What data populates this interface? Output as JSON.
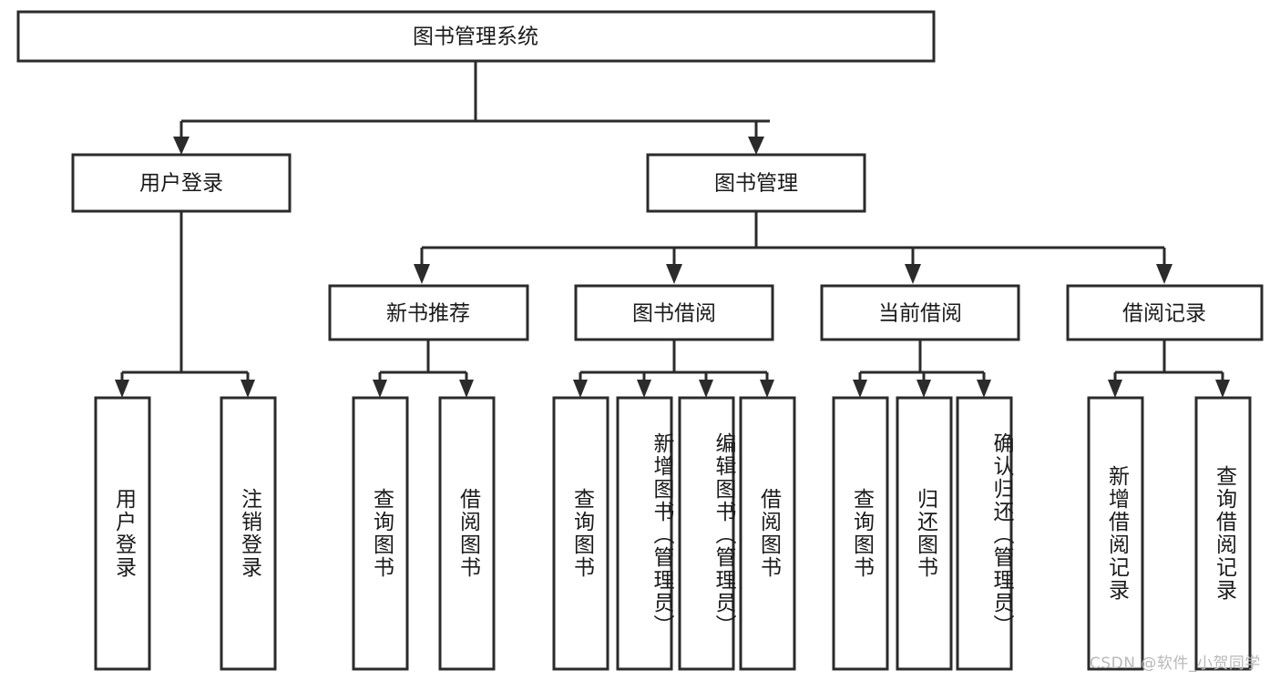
{
  "diagram": {
    "type": "hierarchy-tree",
    "title_node": {
      "label": "图书管理系统"
    },
    "level2": [
      {
        "id": "user-login",
        "label": "用户登录"
      },
      {
        "id": "book-management",
        "label": "图书管理"
      }
    ],
    "level3": [
      {
        "id": "new-book-recommend",
        "label": "新书推荐",
        "parent": "book-management"
      },
      {
        "id": "book-borrow",
        "label": "图书借阅",
        "parent": "book-management"
      },
      {
        "id": "current-borrow",
        "label": "当前借阅",
        "parent": "book-management"
      },
      {
        "id": "borrow-record",
        "label": "借阅记录",
        "parent": "book-management"
      }
    ],
    "leaves": [
      {
        "id": "leaf-user-login",
        "label": "用户登录",
        "parent": "user-login",
        "align": "center"
      },
      {
        "id": "leaf-logout-login",
        "label": "注销登录",
        "parent": "user-login",
        "align": "center"
      },
      {
        "id": "leaf-query-book-1",
        "label": "查询图书",
        "parent": "new-book-recommend",
        "align": "center"
      },
      {
        "id": "leaf-borrow-book-1",
        "label": "借阅图书",
        "parent": "new-book-recommend",
        "align": "center"
      },
      {
        "id": "leaf-query-book-2",
        "label": "查询图书",
        "parent": "book-borrow",
        "align": "center"
      },
      {
        "id": "leaf-add-book",
        "label": "新增图书（管理员）",
        "parent": "book-borrow",
        "align": "top"
      },
      {
        "id": "leaf-edit-book",
        "label": "编辑图书（管理员）",
        "parent": "book-borrow",
        "align": "top"
      },
      {
        "id": "leaf-borrow-book-2",
        "label": "借阅图书",
        "parent": "book-borrow",
        "align": "center"
      },
      {
        "id": "leaf-query-book-3",
        "label": "查询图书",
        "parent": "current-borrow",
        "align": "center"
      },
      {
        "id": "leaf-return-book",
        "label": "归还图书",
        "parent": "current-borrow",
        "align": "center"
      },
      {
        "id": "leaf-confirm-return",
        "label": "确认归还（管理员）",
        "parent": "current-borrow",
        "align": "top"
      },
      {
        "id": "leaf-add-record",
        "label": "新增借阅记录",
        "parent": "borrow-record",
        "align": "center"
      },
      {
        "id": "leaf-query-record",
        "label": "查询借阅记录",
        "parent": "borrow-record",
        "align": "center"
      }
    ],
    "colors": {
      "stroke": "#2b2b2b",
      "box_fill": "#ffffff",
      "text": "#1a1a1a",
      "background": "#ffffff",
      "watermark": "#b9b9b9"
    }
  },
  "watermark": {
    "text": "CSDN @软件_小贺同学"
  }
}
